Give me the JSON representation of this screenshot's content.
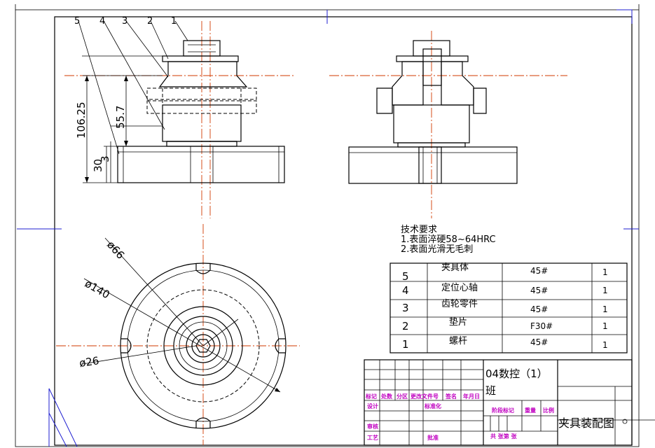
{
  "tech_requirements": {
    "title": "技术要求",
    "line1": "1.表面淬硬58~64HRC",
    "line2": "2.表面光滑无毛刺"
  },
  "balloons": [
    "5",
    "4",
    "3",
    "2",
    "1"
  ],
  "dimensions": {
    "h_total": "106.25",
    "h_mid": "55.7",
    "h_base": "30",
    "h_small": "3",
    "dia_66": "ø66",
    "dia_140": "ø140",
    "dia_26": "ø26"
  },
  "parts_list": [
    {
      "no": "5",
      "name": "夹具体",
      "material": "45#",
      "qty": "1"
    },
    {
      "no": "4",
      "name": "定位心轴",
      "material": "45#",
      "qty": "1"
    },
    {
      "no": "3",
      "name": "齿轮零件",
      "material": "45#",
      "qty": "1"
    },
    {
      "no": "2",
      "name": "垫片",
      "material": "F30#",
      "qty": "1"
    },
    {
      "no": "1",
      "name": "螺杆",
      "material": "45#",
      "qty": "1"
    }
  ],
  "title_block": {
    "class_name_1": "04数控（1）",
    "class_name_2": "班",
    "drawing_title": "夹具装配图",
    "hdr_mark": "标记",
    "hdr_count": "处数",
    "hdr_zone": "分区",
    "hdr_doc": "更改文件号",
    "hdr_sign": "签名",
    "hdr_date": "年月日",
    "design": "设计",
    "std": "标准化",
    "stage_mark": "阶段标记",
    "weight": "重量",
    "scale": "比例",
    "check": "审核",
    "process": "工艺",
    "approve": "批准",
    "sheets": "共  张第  张"
  }
}
